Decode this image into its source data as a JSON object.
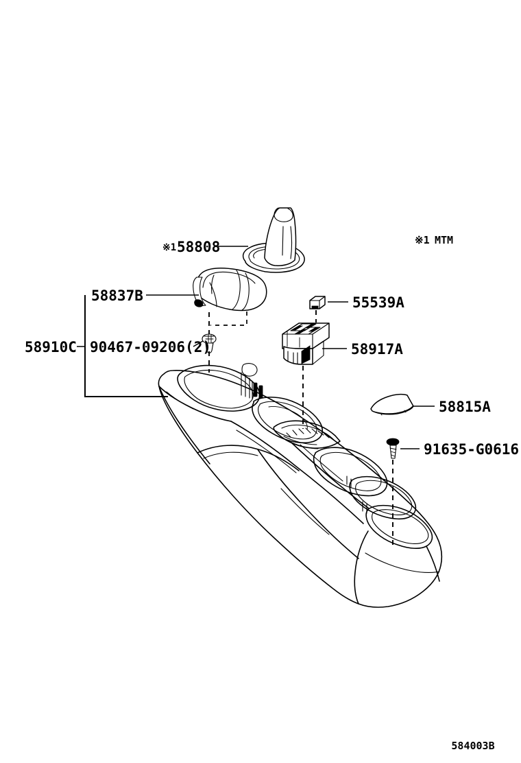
{
  "diagram": {
    "figure_code": "584003B",
    "background_color": "#ffffff",
    "line_color": "#000000",
    "note_symbol": "※",
    "notes": [
      {
        "id": "note-mtm",
        "mark": "※1",
        "text": "MTM"
      }
    ],
    "callouts": [
      {
        "id": "callout-58808",
        "mark": "※1",
        "part_number": "58808",
        "label": "※1 58808",
        "description": "shift-lever-boot"
      },
      {
        "id": "callout-58837B",
        "mark": "",
        "part_number": "58837B",
        "label": "58837B",
        "description": "console-box-lid"
      },
      {
        "id": "callout-58910C",
        "mark": "",
        "part_number": "58910C",
        "label": "58910C",
        "description": "console-box-assembly"
      },
      {
        "id": "callout-90467",
        "mark": "",
        "part_number": "90467-09206",
        "quantity": "(2)",
        "label": "90467-09206(2)",
        "description": "push-pin-clip"
      },
      {
        "id": "callout-55539A",
        "mark": "",
        "part_number": "55539A",
        "label": "55539A",
        "description": "switch-cap"
      },
      {
        "id": "callout-58917A",
        "mark": "",
        "part_number": "58917A",
        "label": "58917A",
        "description": "console-switch-assembly"
      },
      {
        "id": "callout-58815A",
        "mark": "",
        "part_number": "58815A",
        "label": "58815A",
        "description": "console-panel-insert"
      },
      {
        "id": "callout-91635",
        "mark": "",
        "part_number": "91635-G0616",
        "label": "91635-G0616",
        "description": "tapping-screw"
      }
    ]
  }
}
